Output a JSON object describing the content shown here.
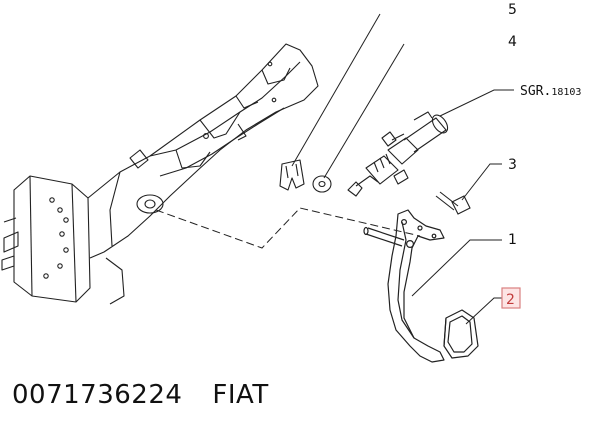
{
  "callouts": [
    {
      "id": "1",
      "label": "1"
    },
    {
      "id": "2",
      "label": "2",
      "highlighted": true
    },
    {
      "id": "3",
      "label": "3"
    },
    {
      "id": "4",
      "label": "4"
    },
    {
      "id": "5",
      "label": "5"
    }
  ],
  "reference": {
    "prefix": "SGR.",
    "code": "18103"
  },
  "caption": {
    "part_number": "0071736224",
    "brand": "FIAT"
  },
  "colors": {
    "line": "#222222",
    "highlight_fill": "#fde4e4",
    "highlight_stroke": "#d98080",
    "highlight_text": "#c23b3b"
  }
}
